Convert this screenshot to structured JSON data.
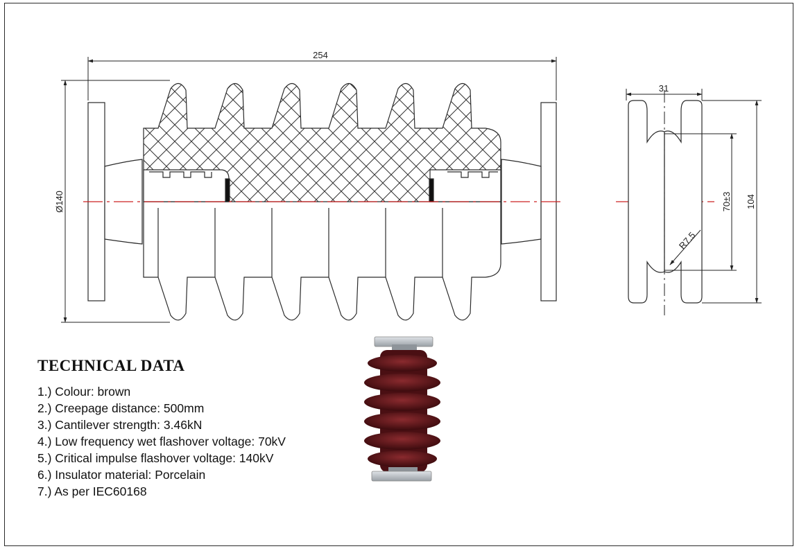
{
  "dimensions": {
    "overall_length": "254",
    "diameter": "Ø140",
    "flange_width": "31",
    "bolt_spacing": "70±3",
    "flange_height": "104",
    "slot_radius": "R7.5"
  },
  "technical_data": {
    "title": "TECHNICAL DATA",
    "items": [
      "1.) Colour: brown",
      "2.) Creepage distance: 500mm",
      "3.) Cantilever strength: 3.46kN",
      "4.) Low frequency wet flashover voltage: 70kV",
      "5.) Critical impulse flashover voltage: 140kV",
      "6.) Insulator material: Porcelain",
      "7.) As per IEC60168"
    ]
  },
  "colors": {
    "line": "#2a2a2a",
    "centerline": "#cc2222",
    "porcelain": "#5a1418",
    "metal": "#b9bec4"
  }
}
